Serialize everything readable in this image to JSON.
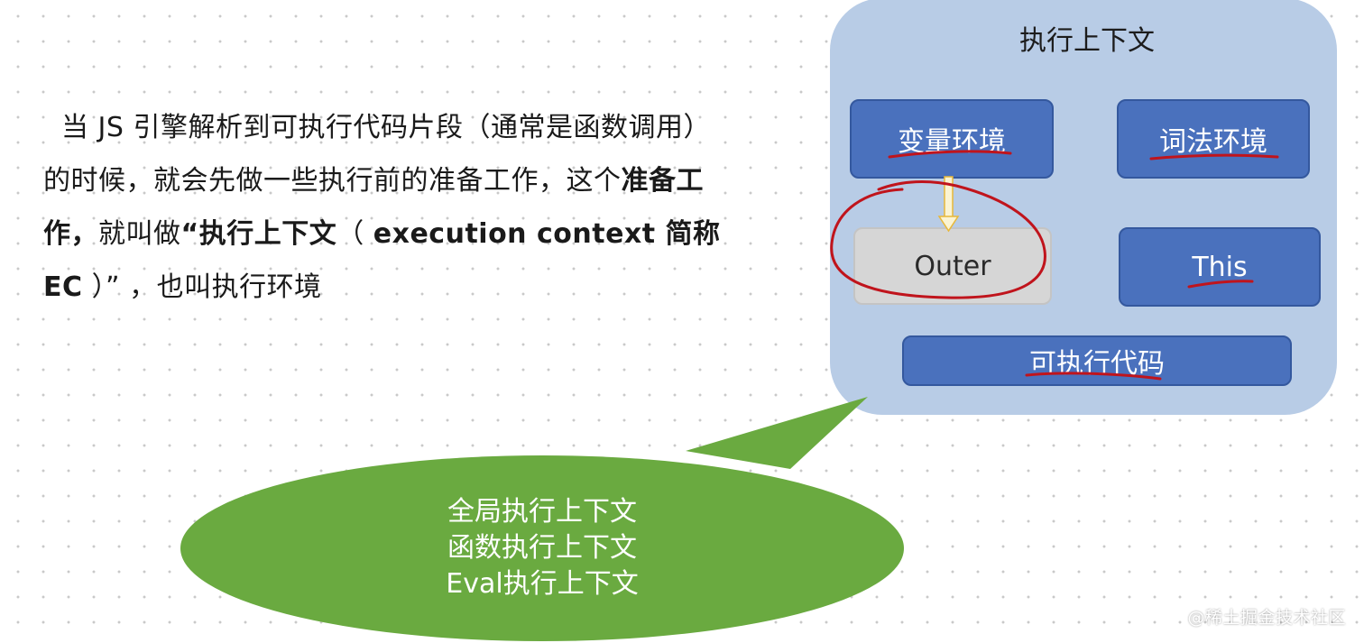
{
  "intro": {
    "p1": "当 JS 引擎解析到可执行代码片段（通常是函数调用）",
    "p2": "的时候，就会先做一些执行前的准备工作，这个",
    "p2_bold": "准备工",
    "p3_bold": "作，",
    "p3": "就叫做",
    "p3_quote": "“",
    "p3_bold2": "执行上下文",
    "p3_paren": "（",
    "p3_bold3": "execution context 简称",
    "p4_bold": "EC",
    "p4": "）” ，也叫执行环境"
  },
  "diagram": {
    "title": "执行上下文",
    "variable_env": "变量环境",
    "lexical_env": "词法环境",
    "outer": "Outer",
    "this": "This",
    "executable_code": "可执行代码",
    "colors": {
      "panel": "#b8cce6",
      "box": "#4a71bd",
      "outer_box": "#d6d6d6",
      "annotation": "#c0141c",
      "arrow": "#f4c542",
      "bubble": "#6aaa40"
    }
  },
  "bubble": {
    "line1": "全局执行上下文",
    "line2": "函数执行上下文",
    "line3": "Eval执行上下文"
  },
  "watermark": "@稀土掘金技术社区"
}
